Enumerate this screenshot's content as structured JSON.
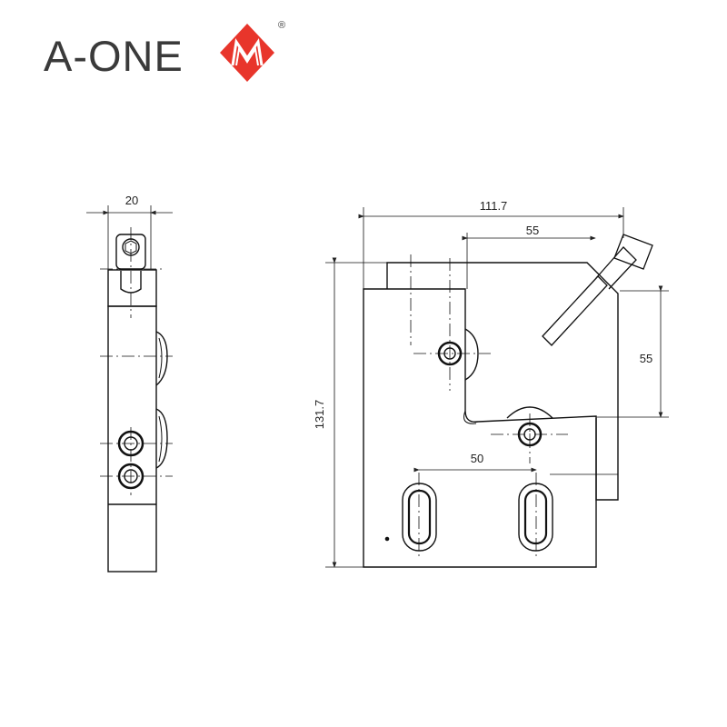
{
  "brand": {
    "name": "A-ONE",
    "registered_mark": "®",
    "mark_color": "#e8352b"
  },
  "dimensions": {
    "side_width": "20",
    "overall_width": "111.7",
    "upper_width": "55",
    "overall_height": "131.7",
    "right_height": "55",
    "slot_spacing": "50"
  }
}
